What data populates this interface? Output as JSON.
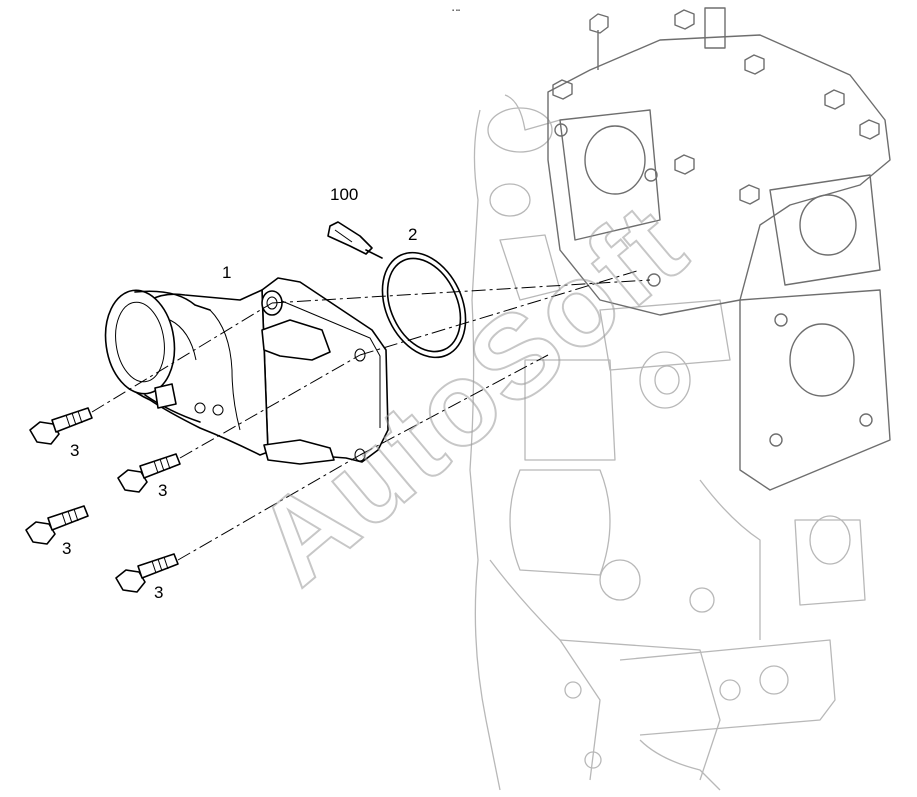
{
  "diagram": {
    "callouts": {
      "housing": "1",
      "seal": "2",
      "bolt_a": "3",
      "bolt_b": "3",
      "bolt_c": "3",
      "bolt_d": "3",
      "sealant": "100"
    },
    "watermark": "AutoSoft"
  }
}
